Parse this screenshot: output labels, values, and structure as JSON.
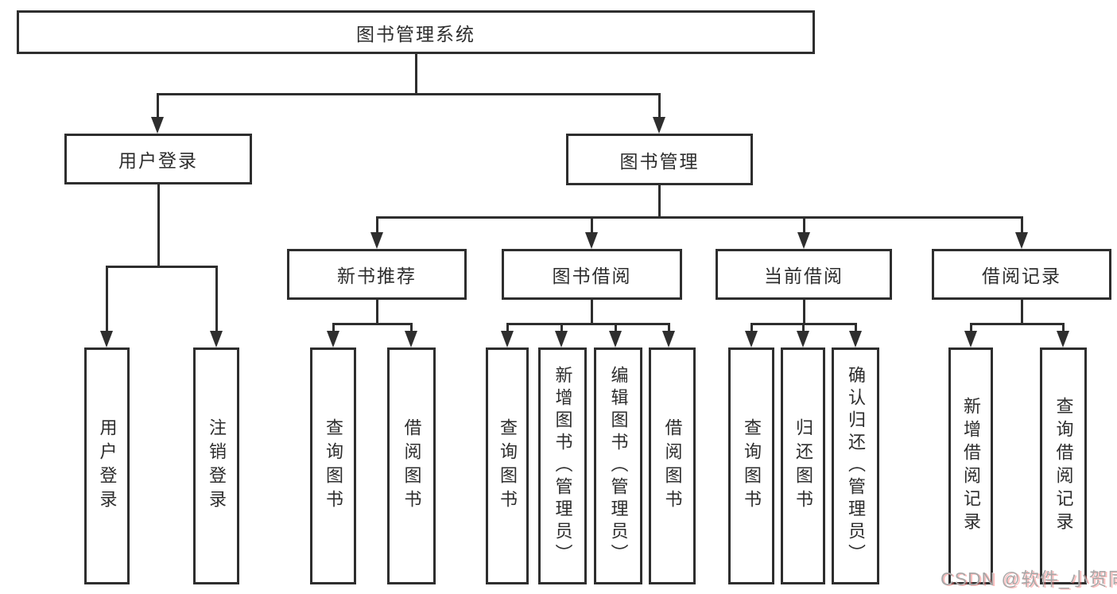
{
  "tree": {
    "root": "图书管理系统",
    "branches": [
      {
        "label": "用户登录",
        "children": [
          "用户登录",
          "注销登录"
        ]
      },
      {
        "label": "图书管理",
        "groups": [
          {
            "label": "新书推荐",
            "children": [
              "查询图书",
              "借阅图书"
            ]
          },
          {
            "label": "图书借阅",
            "children": [
              "查询图书",
              "新增图书（管理员）",
              "编辑图书（管理员）",
              "借阅图书"
            ]
          },
          {
            "label": "当前借阅",
            "children": [
              "查询图书",
              "归还图书",
              "确认归还（管理员）"
            ]
          },
          {
            "label": "借阅记录",
            "children": [
              "新增借阅记录",
              "查询借阅记录"
            ]
          }
        ]
      }
    ]
  },
  "watermark": "CSDN @软件_小贺同学",
  "colors": {
    "line": "#2e2e2e",
    "box_border": "#2e2e2e",
    "box_fill": "#ffffff",
    "text": "#2d2d2d",
    "watermark": "#a8a8a8",
    "watermark_shadow": "#ff6e6e"
  }
}
